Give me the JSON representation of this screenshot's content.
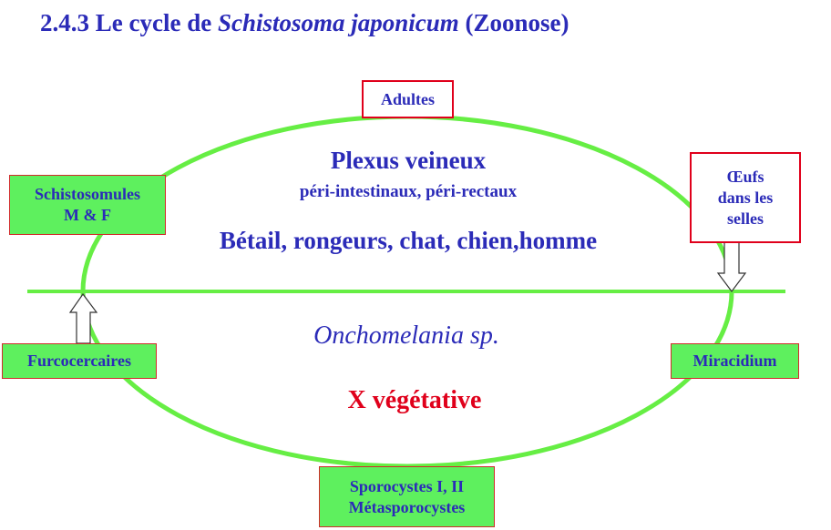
{
  "title": {
    "prefix": "2.4.3 Le  cycle de ",
    "species": "Schistosoma japonicum",
    "suffix": " (Zoonose)"
  },
  "colors": {
    "title_blue": "#2b2bb8",
    "cycle_green": "#66ee44",
    "box_green": "#5ef05e",
    "box_border_red": "#e0001b",
    "highlight_red": "#e0001b"
  },
  "nodes": {
    "adultes": "Adultes",
    "oeufs": [
      "Œufs",
      "dans les",
      "selles"
    ],
    "schistosomules": [
      "Schistosomules",
      "M & F"
    ],
    "furcocercaires": "Furcocercaires",
    "miracidium": "Miracidium",
    "sporocystes": [
      "Sporocystes I, II",
      "Métasporocystes"
    ]
  },
  "definitive_host": {
    "site": "Plexus veineux",
    "site_detail": "péri-intestinaux, péri-rectaux",
    "hosts": "Bétail, rongeurs, chat, chien,homme"
  },
  "intermediate_host": {
    "snail": "Onchomelania sp.",
    "multiplication": "X végétative"
  }
}
